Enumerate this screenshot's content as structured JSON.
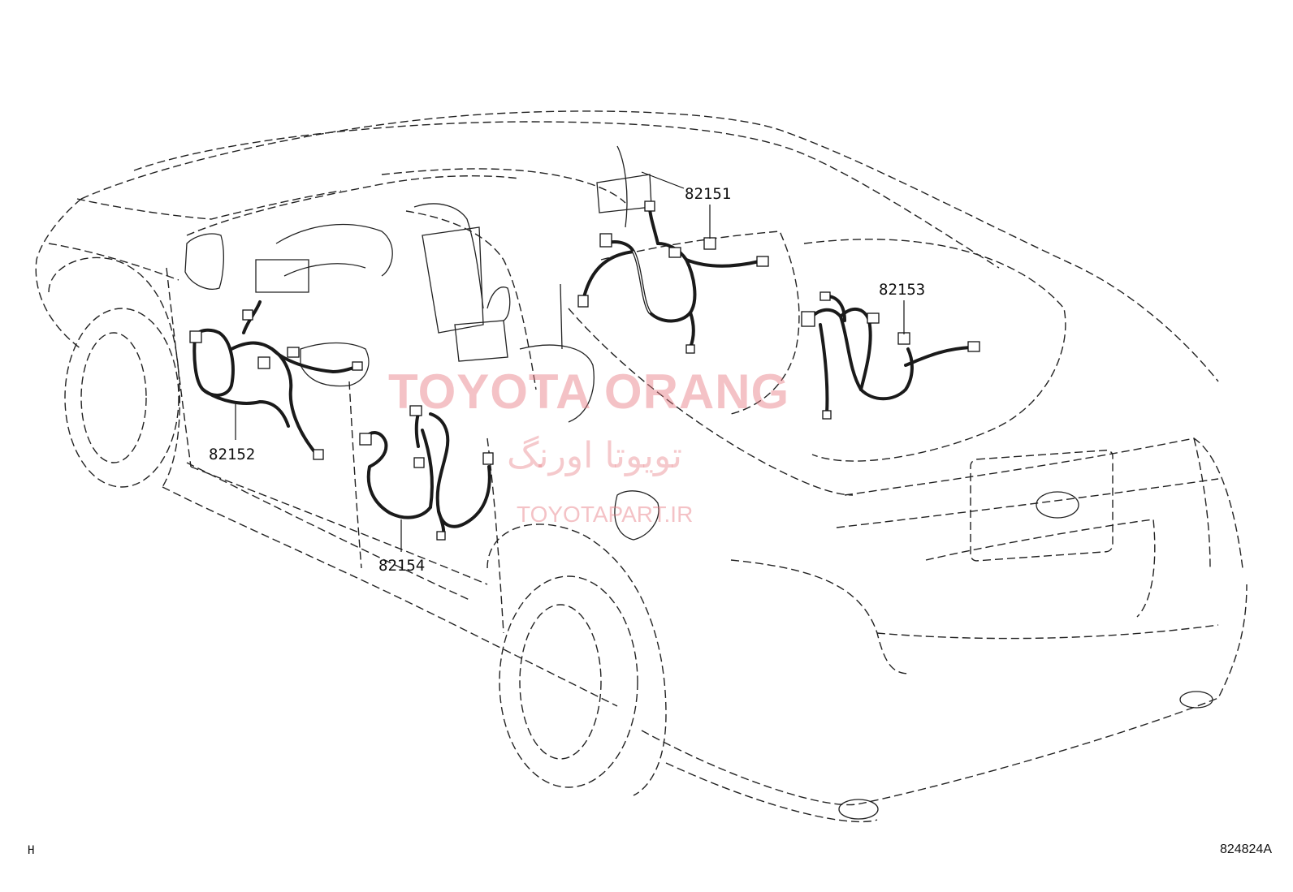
{
  "diagram": {
    "parts": [
      {
        "id": "p1",
        "number": "82151"
      },
      {
        "id": "p2",
        "number": "82152"
      },
      {
        "id": "p3",
        "number": "82153"
      },
      {
        "id": "p4",
        "number": "82154"
      }
    ],
    "corner_left": "H",
    "figure_id": "824824A"
  },
  "watermark": {
    "brand": "TOYOTA ORANG",
    "persian": "تویوتا اورنگ",
    "site": "TOYOTAPART.IR"
  },
  "colors": {
    "line": "#222222",
    "watermark": "#e6787f"
  }
}
